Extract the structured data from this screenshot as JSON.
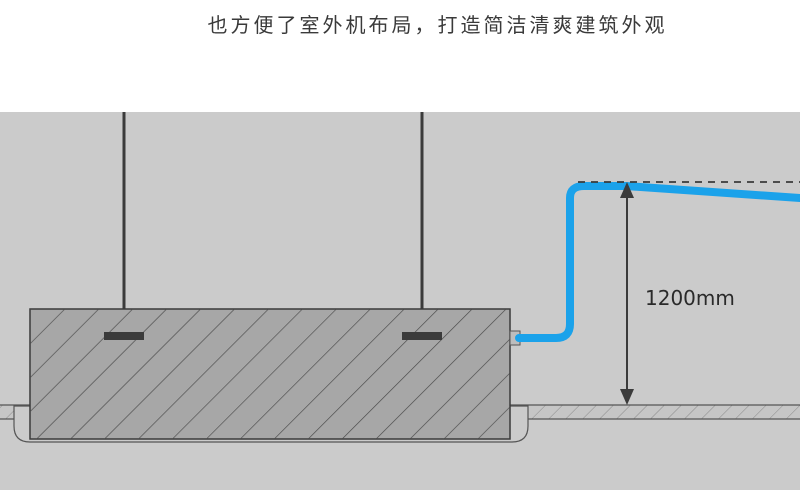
{
  "caption": "也方便了室外机布局，打造简洁清爽建筑外观",
  "dimension_label": "1200mm",
  "colors": {
    "background_panel": "#cbcbcb",
    "unit_fill": "#a7a7a7",
    "pipe": "#1ba2ea",
    "outline": "#3b3b3b"
  },
  "icons": [
    "ceiling-unit",
    "hanger-rod",
    "drain-pipe",
    "dimension-arrow"
  ]
}
